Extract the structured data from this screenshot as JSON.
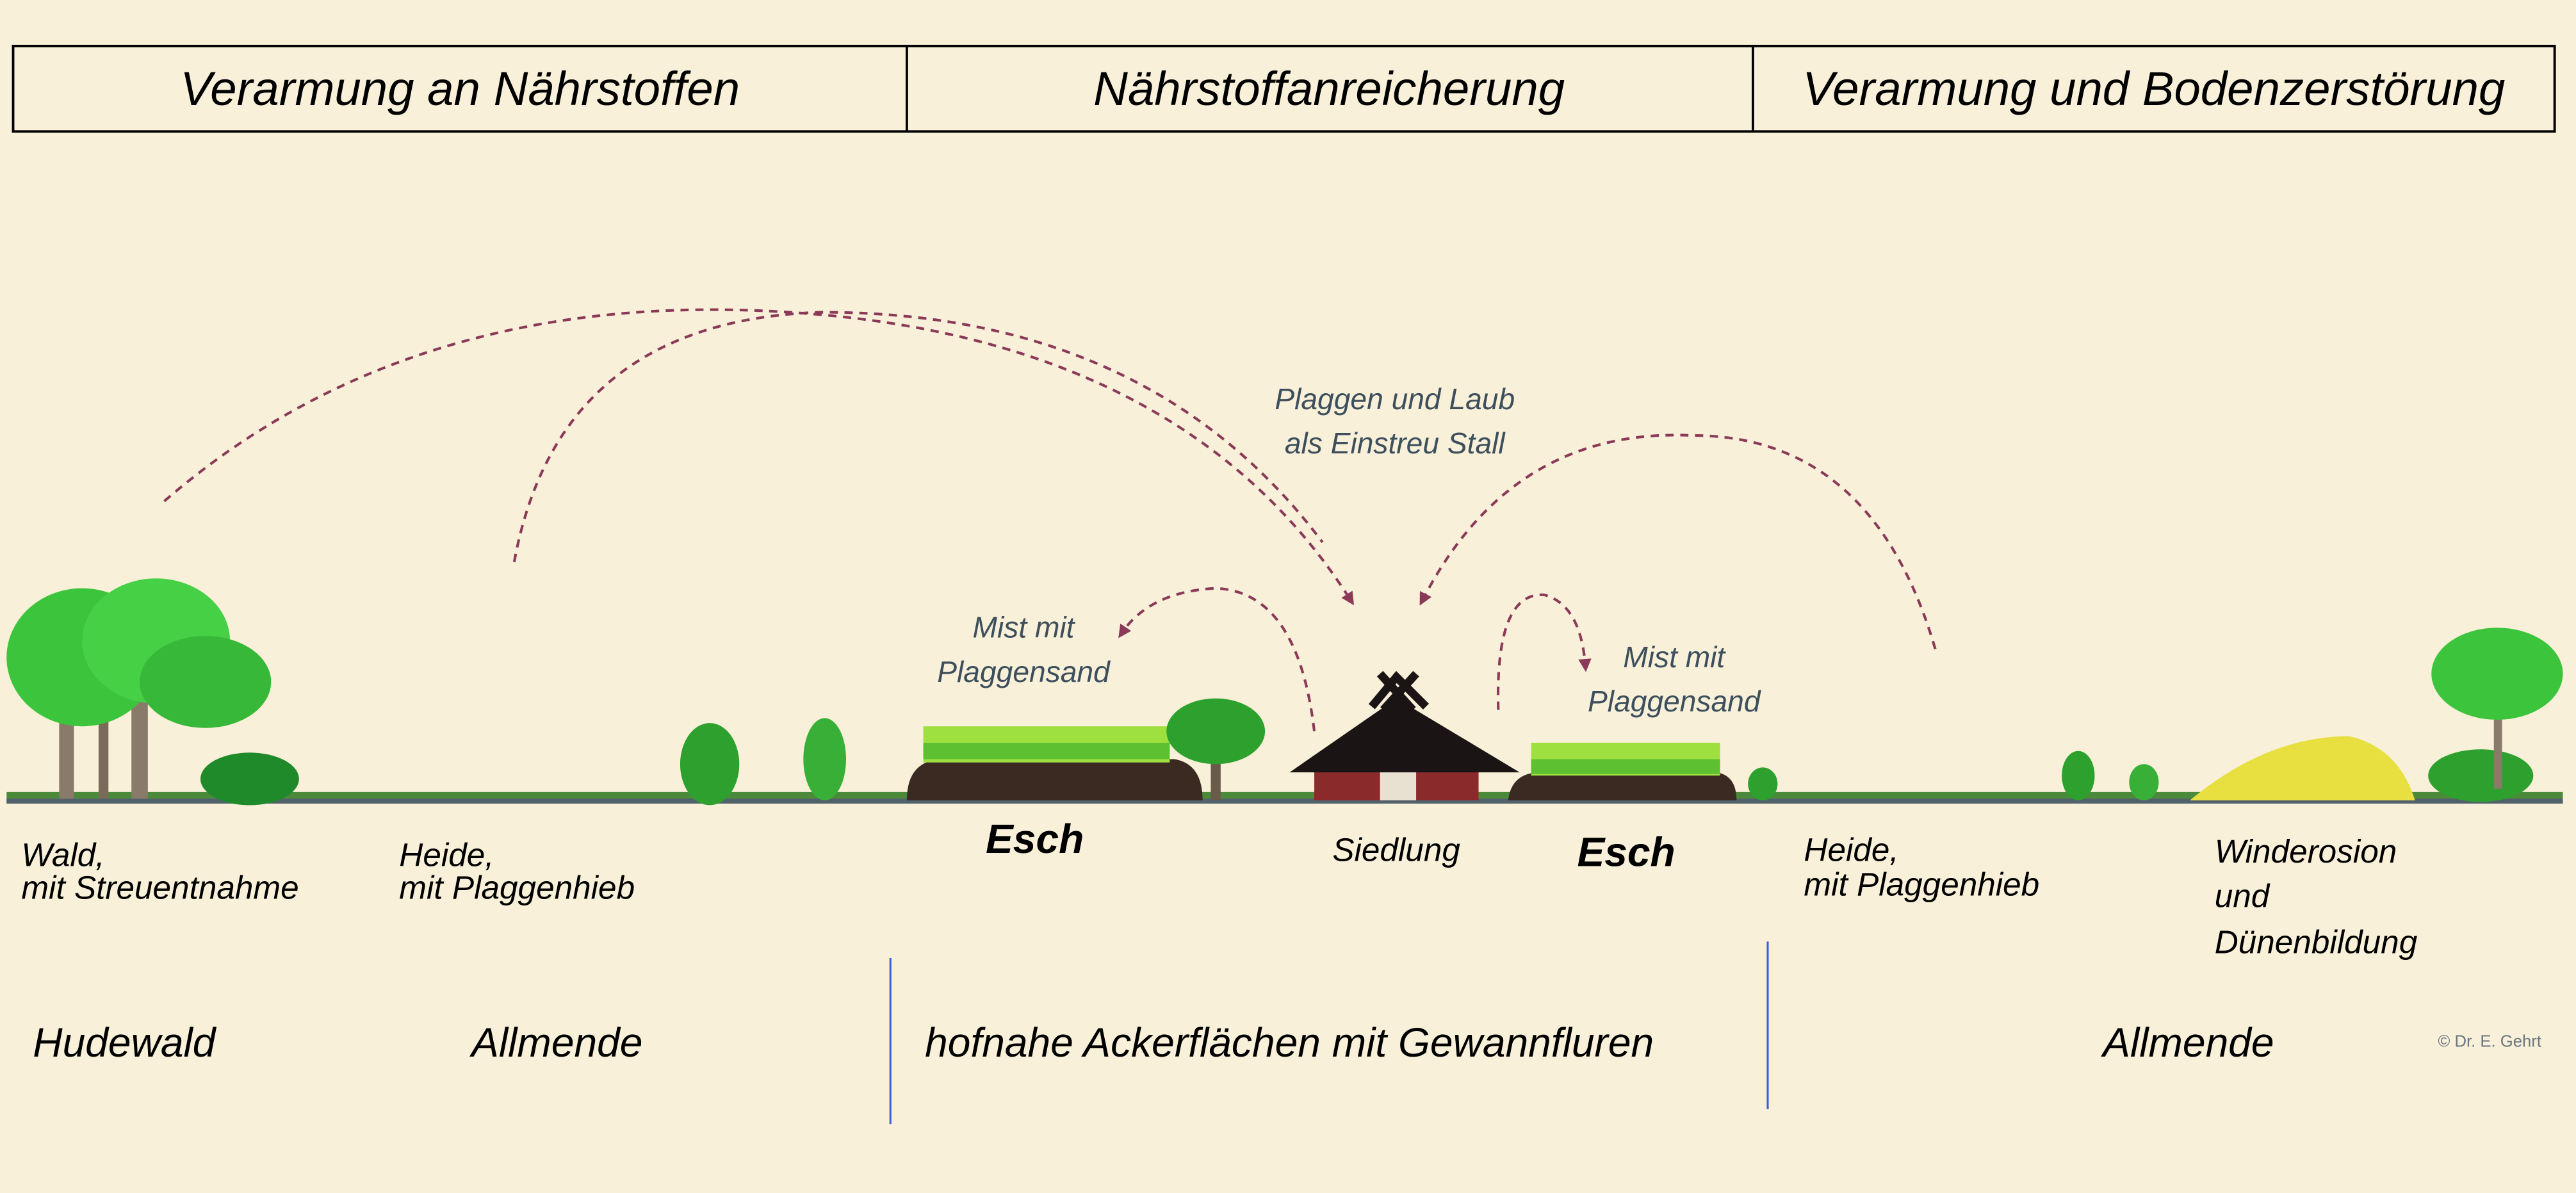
{
  "header": {
    "sections": [
      {
        "label": "Verarmung an Nährstoffen"
      },
      {
        "label": "Nährstoffanreicherung"
      },
      {
        "label": "Verarmung und Bodenzerstörung"
      }
    ]
  },
  "flows": {
    "stall_note": [
      "Plaggen und Laub",
      "als Einstreu Stall"
    ],
    "mist_left": [
      "Mist mit",
      "Plaggensand"
    ],
    "mist_right": [
      "Mist mit",
      "Plaggensand"
    ]
  },
  "landscape_labels": {
    "wald": [
      "Wald,",
      "mit Streuentnahme"
    ],
    "heide_left": [
      "Heide,",
      "mit Plaggenhieb"
    ],
    "esch_left": "Esch",
    "siedlung": "Siedlung",
    "esch_right": "Esch",
    "heide_right": [
      "Heide,",
      "mit Plaggenhieb"
    ],
    "winderosion": [
      "Winderosion",
      "und",
      "Dünenbildung"
    ]
  },
  "zones": {
    "hudewald": "Hudewald",
    "allmende_left": "Allmende",
    "ackerflaechen": "hofnahe Ackerflächen mit Gewannfluren",
    "allmende_right": "Allmende"
  },
  "copyright": "© Dr. E. Gehrt",
  "colors": {
    "background": "#f8f0d8",
    "arrow": "#8a3a58",
    "note_text": "#3d4f5c",
    "zone_divider": "#3a5fd8",
    "tree_green": "#3cc43c",
    "field_soil": "#3a2a22",
    "dune": "#e8e040"
  }
}
